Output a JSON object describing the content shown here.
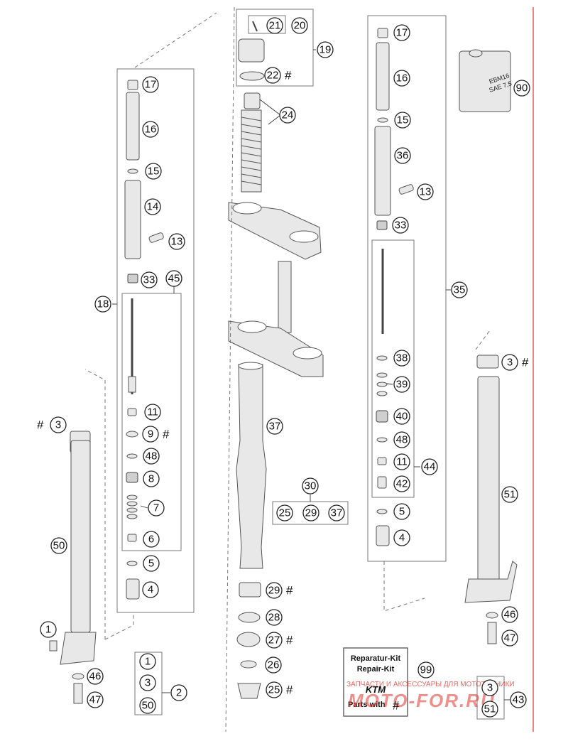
{
  "callouts": {
    "c1": "1",
    "c2": "2",
    "c3": "3",
    "c4": "4",
    "c5": "5",
    "c6": "6",
    "c7": "7",
    "c8": "8",
    "c9": "9",
    "c11": "11",
    "c13": "13",
    "c14": "14",
    "c15": "15",
    "c16": "16",
    "c17": "17",
    "c18": "18",
    "c19": "19",
    "c20": "20",
    "c21": "21",
    "c22": "22",
    "c24": "24",
    "c25": "25",
    "c26": "26",
    "c27": "27",
    "c28": "28",
    "c29": "29",
    "c30": "30",
    "c33": "33",
    "c35": "35",
    "c36": "36",
    "c37": "37",
    "c38": "38",
    "c39": "39",
    "c40": "40",
    "c42": "42",
    "c43": "43",
    "c44": "44",
    "c45": "45",
    "c46": "46",
    "c47": "47",
    "c48": "48",
    "c50": "50",
    "c51": "51",
    "c90": "90",
    "c99": "99"
  },
  "marks": {
    "hash": "#"
  },
  "repair_kit": {
    "line1": "Reparatur-Kit",
    "line2": "Repair-Kit",
    "brand": "KTM",
    "parts_with": "Parts with"
  },
  "oil_can": {
    "line1": "EBM16",
    "line2": "SAE 7,5"
  },
  "watermark": {
    "caption": "ЗАПЧАСТИ И АКСЕССУАРЫ ДЛЯ МОТОТЕХНИКИ",
    "logo": "MOTO-FOR.RU"
  },
  "colors": {
    "watermark_red": "#e0352b",
    "line": "#222222",
    "part_fill": "#e8e8e8"
  }
}
